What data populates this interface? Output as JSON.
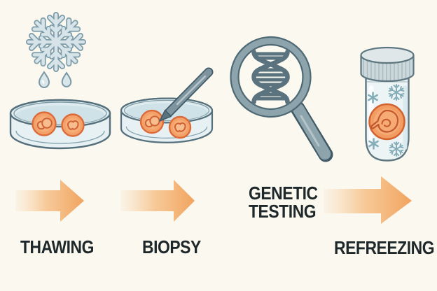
{
  "diagram": {
    "subject": "embryo-cryopreservation-genetic-testing-workflow",
    "flow_direction": "left-to-right",
    "arrow_count": 3
  },
  "steps": [
    {
      "name": "thawing",
      "label": "THAWING",
      "illustration": "snowflake-with-melting-droplets-over-petri-dish-holding-two-embryos"
    },
    {
      "name": "biopsy",
      "label": "BIOPSY",
      "illustration": "biopsy-needle-sampling-embryo-in-petri-dish"
    },
    {
      "name": "genetic-testing",
      "label_line1": "GENETIC",
      "label_line2": "TESTING",
      "illustration": "magnifying-glass-over-dna-double-helix"
    },
    {
      "name": "refreezing",
      "label": "REFREEZING",
      "illustration": "capped-cryovial-with-embryo-and-snowflakes"
    }
  ],
  "colors": {
    "background": "#fbf8f0",
    "arrow_orange": "#f1a35e",
    "arrow_fade": "#f8d3a8",
    "label_text": "#1e282a",
    "ice_fill": "#d6e4e9",
    "ice_outline": "#7e9ca8",
    "dish_fill": "#e7f0f2",
    "dish_outline": "#54707c",
    "water": "#cfe2e8",
    "embryo_fill": "#f3a069",
    "embryo_outline": "#dd6b39",
    "embryo_inner": "#f8bd8e",
    "steel_grey": "#7e949e",
    "steel_dark": "#3f5a66",
    "magnifier_ring": "#8da4ad",
    "dna_slate": "#5a737e",
    "cap_grey": "#ccd8db",
    "vial_glass": "#edf4f6",
    "vial_snowflake": "#86aeb9"
  }
}
